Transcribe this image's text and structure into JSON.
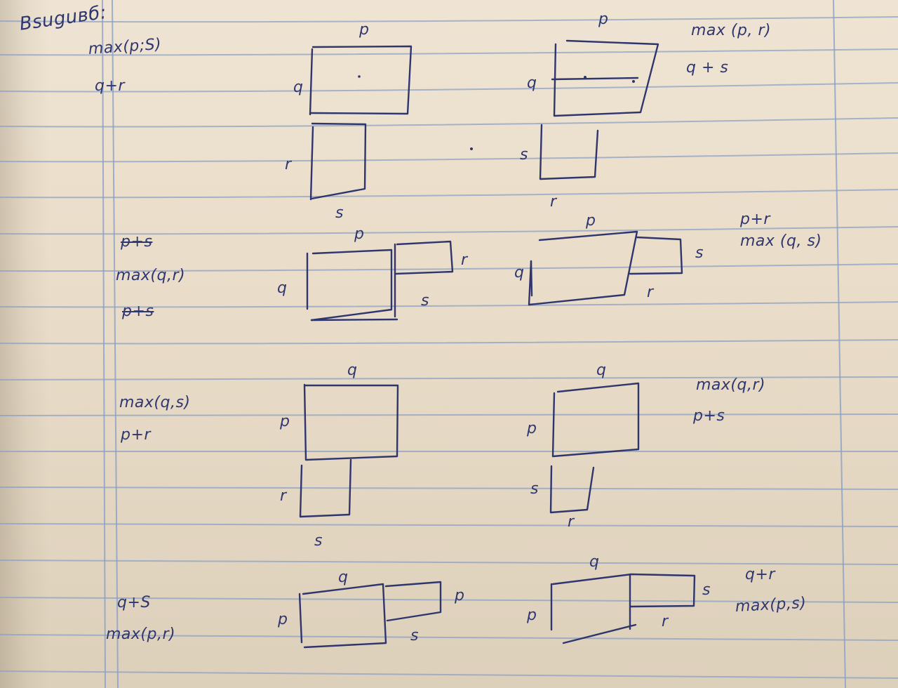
{
  "header": {
    "title": "Вsuguвб:",
    "formula_1": "max(p;S)",
    "formula_2": "q+r"
  },
  "rows": [
    {
      "left": {
        "top_label": "p",
        "left_label": "q",
        "lower_left_label": "r",
        "bottom_label": "s"
      },
      "right": {
        "top_label": "p",
        "left_label": "q",
        "lower_left_label": "s",
        "bottom_label": "r",
        "formula_1": "max (p, r)",
        "formula_2": "q + s"
      }
    },
    {
      "left_formulas": [
        "p+s",
        "max(q,r)",
        "p+s"
      ],
      "left": {
        "top_label": "p",
        "left_label": "q",
        "right_label": "r",
        "inner_label": "s"
      },
      "right": {
        "top_label": "p",
        "left_label": "q",
        "right_label": "s",
        "bottom_label": "r",
        "formula_1": "p+r",
        "formula_2": "max (q, s)"
      }
    },
    {
      "left_formulas": [
        "max(q,s)",
        "p+r"
      ],
      "left": {
        "top_label": "q",
        "left_label": "p",
        "lower_left_label": "r",
        "bottom_label": "s"
      },
      "right": {
        "top_label": "q",
        "left_label": "p",
        "lower_left_label": "s",
        "bottom_label": "r",
        "formula_1": "max(q,r)",
        "formula_2": "p+s"
      }
    },
    {
      "left_formulas": [
        "q+S",
        "max(p,r)"
      ],
      "left": {
        "top_label": "q",
        "left_label": "p",
        "right_label": "p",
        "bottom_label": "s"
      },
      "right": {
        "top_label": "q",
        "left_label": "p",
        "right_label": "s",
        "bottom_label": "r",
        "formula_1": "q+r",
        "formula_2": "max(p,s)"
      }
    }
  ],
  "colors": {
    "ink": "#303770",
    "paper": "#efe4d3",
    "rule_lines": "#8da2c4",
    "margin_line": "#8aa0c6"
  }
}
